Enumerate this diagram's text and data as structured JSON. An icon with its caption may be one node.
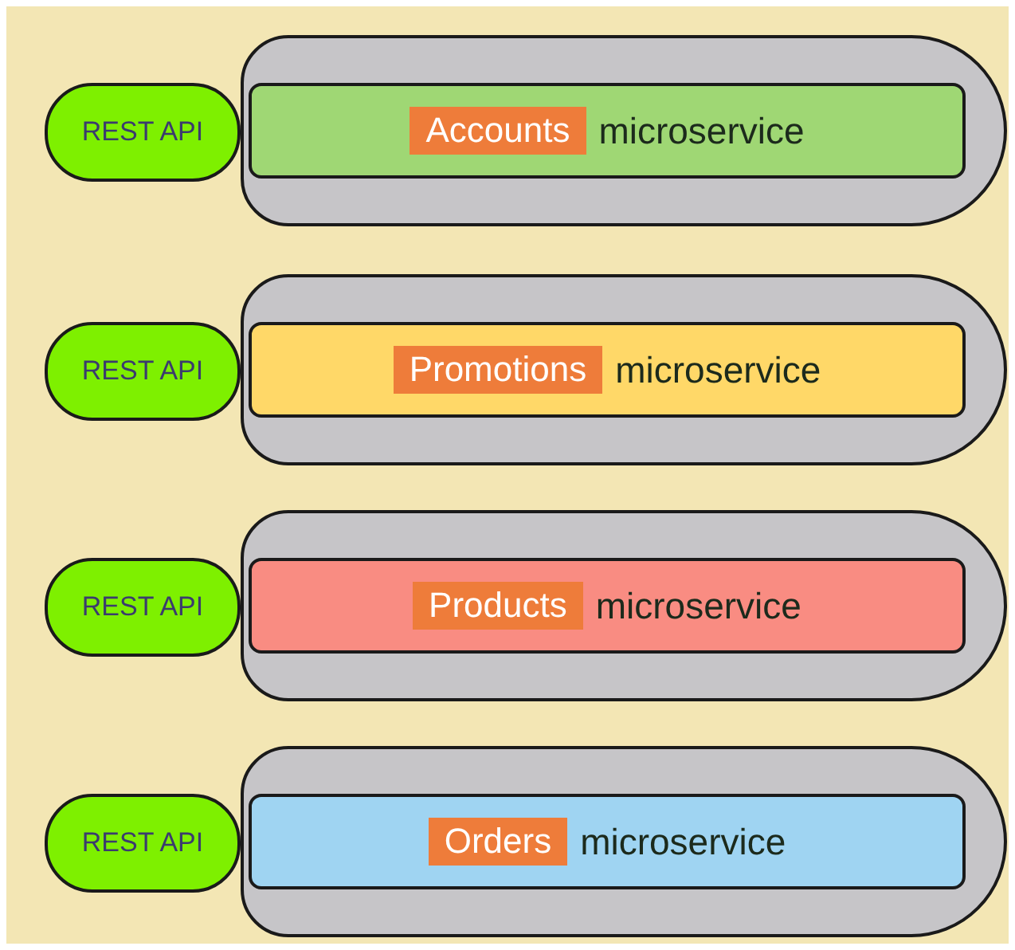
{
  "diagram": {
    "nodes": [
      {
        "text": [],
        "shape": "capsule"
      },
      {
        "text": [
          "REST API"
        ]
      },
      {
        "text": [
          "Accounts",
          "microservice"
        ],
        "in": 0
      },
      {
        "text": [],
        "shape": "capsule"
      },
      {
        "text": [
          "REST API"
        ]
      },
      {
        "text": [
          "Promotions",
          "microservice"
        ],
        "in": 3
      },
      {
        "text": [],
        "shape": "capsule"
      },
      {
        "text": [
          "REST API"
        ]
      },
      {
        "text": [
          "Products",
          "microservice"
        ],
        "in": 6
      },
      {
        "text": [],
        "shape": "capsule"
      },
      {
        "text": [
          "REST API"
        ]
      },
      {
        "text": [
          "Orders",
          "microservice"
        ],
        "in": 9
      }
    ]
  }
}
